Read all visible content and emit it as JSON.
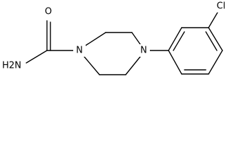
{
  "molecule": {
    "atoms": {
      "oxygen": "O",
      "nitrogen_left": "N",
      "nitrogen_right": "N",
      "amine": "H2N",
      "chlorine": "Cl"
    },
    "colors": {
      "bond": "#000000",
      "label": "#000000",
      "background": "#ffffff"
    }
  }
}
